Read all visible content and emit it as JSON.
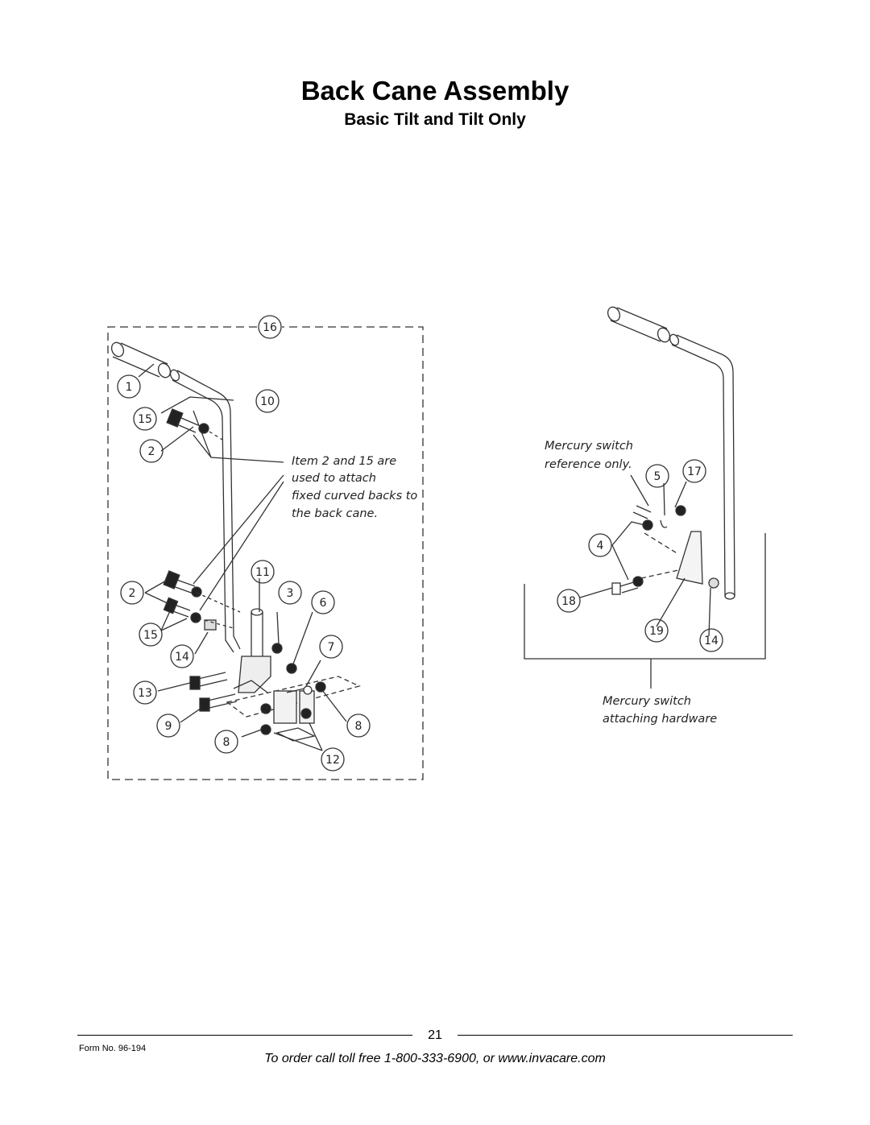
{
  "page": {
    "title": "Back Cane Assembly",
    "subtitle": "Basic Tilt and Tilt Only"
  },
  "left_diagram": {
    "callout": [
      "Item 2 and 15 are",
      "used to attach",
      "fixed curved backs to",
      "the back cane."
    ],
    "labels": [
      "16",
      "1",
      "10",
      "15",
      "2",
      "2",
      "11",
      "3",
      "6",
      "15",
      "14",
      "7",
      "13",
      "9",
      "8",
      "8",
      "12"
    ]
  },
  "right_diagram": {
    "note": [
      "Mercury switch",
      "reference only."
    ],
    "caption": [
      "Mercury switch",
      "attaching hardware"
    ],
    "labels": [
      "5",
      "17",
      "4",
      "18",
      "19",
      "14"
    ]
  },
  "footer": {
    "page_number": "21",
    "form_no": "Form No.  96-194",
    "order_text": "To order call toll free 1-800-333-6900, or www.invacare.com"
  },
  "colors": {
    "line": "#333333",
    "text": "#000000"
  }
}
